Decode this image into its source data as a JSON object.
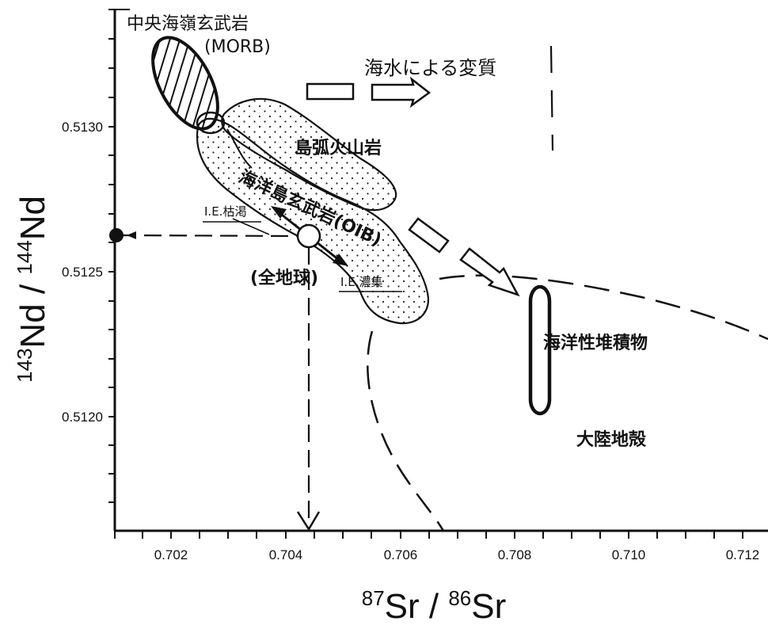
{
  "axes": {
    "x_label": "87Sr / 86Sr",
    "x_label_parts": {
      "sup1": "87",
      "main1": "Sr / ",
      "sup2": "86",
      "main2": "Sr"
    },
    "y_label": "143Nd / 144Nd",
    "y_label_parts": {
      "sup1": "143",
      "main1": "Nd / ",
      "sup2": "144",
      "main2": "Nd"
    },
    "x_ticks": [
      "0.702",
      "0.704",
      "0.706",
      "0.708",
      "0.710",
      "0.712"
    ],
    "y_ticks": [
      "0.5130",
      "0.5125",
      "0.5120"
    ]
  },
  "regions": {
    "morb": "中央海嶺玄武岩",
    "morb_abbr": "(MORB)",
    "seawater": "海水による変質",
    "island_arc": "島弧火山岩",
    "oib": "海洋島玄武岩(OIB)",
    "ie_depleted": "I.E.枯渇",
    "ie_enriched": "I.E.濃集",
    "bulk_earth": "(全地球)",
    "sediments": "海洋性堆積物",
    "continental_crust": "大陸地殻"
  }
}
